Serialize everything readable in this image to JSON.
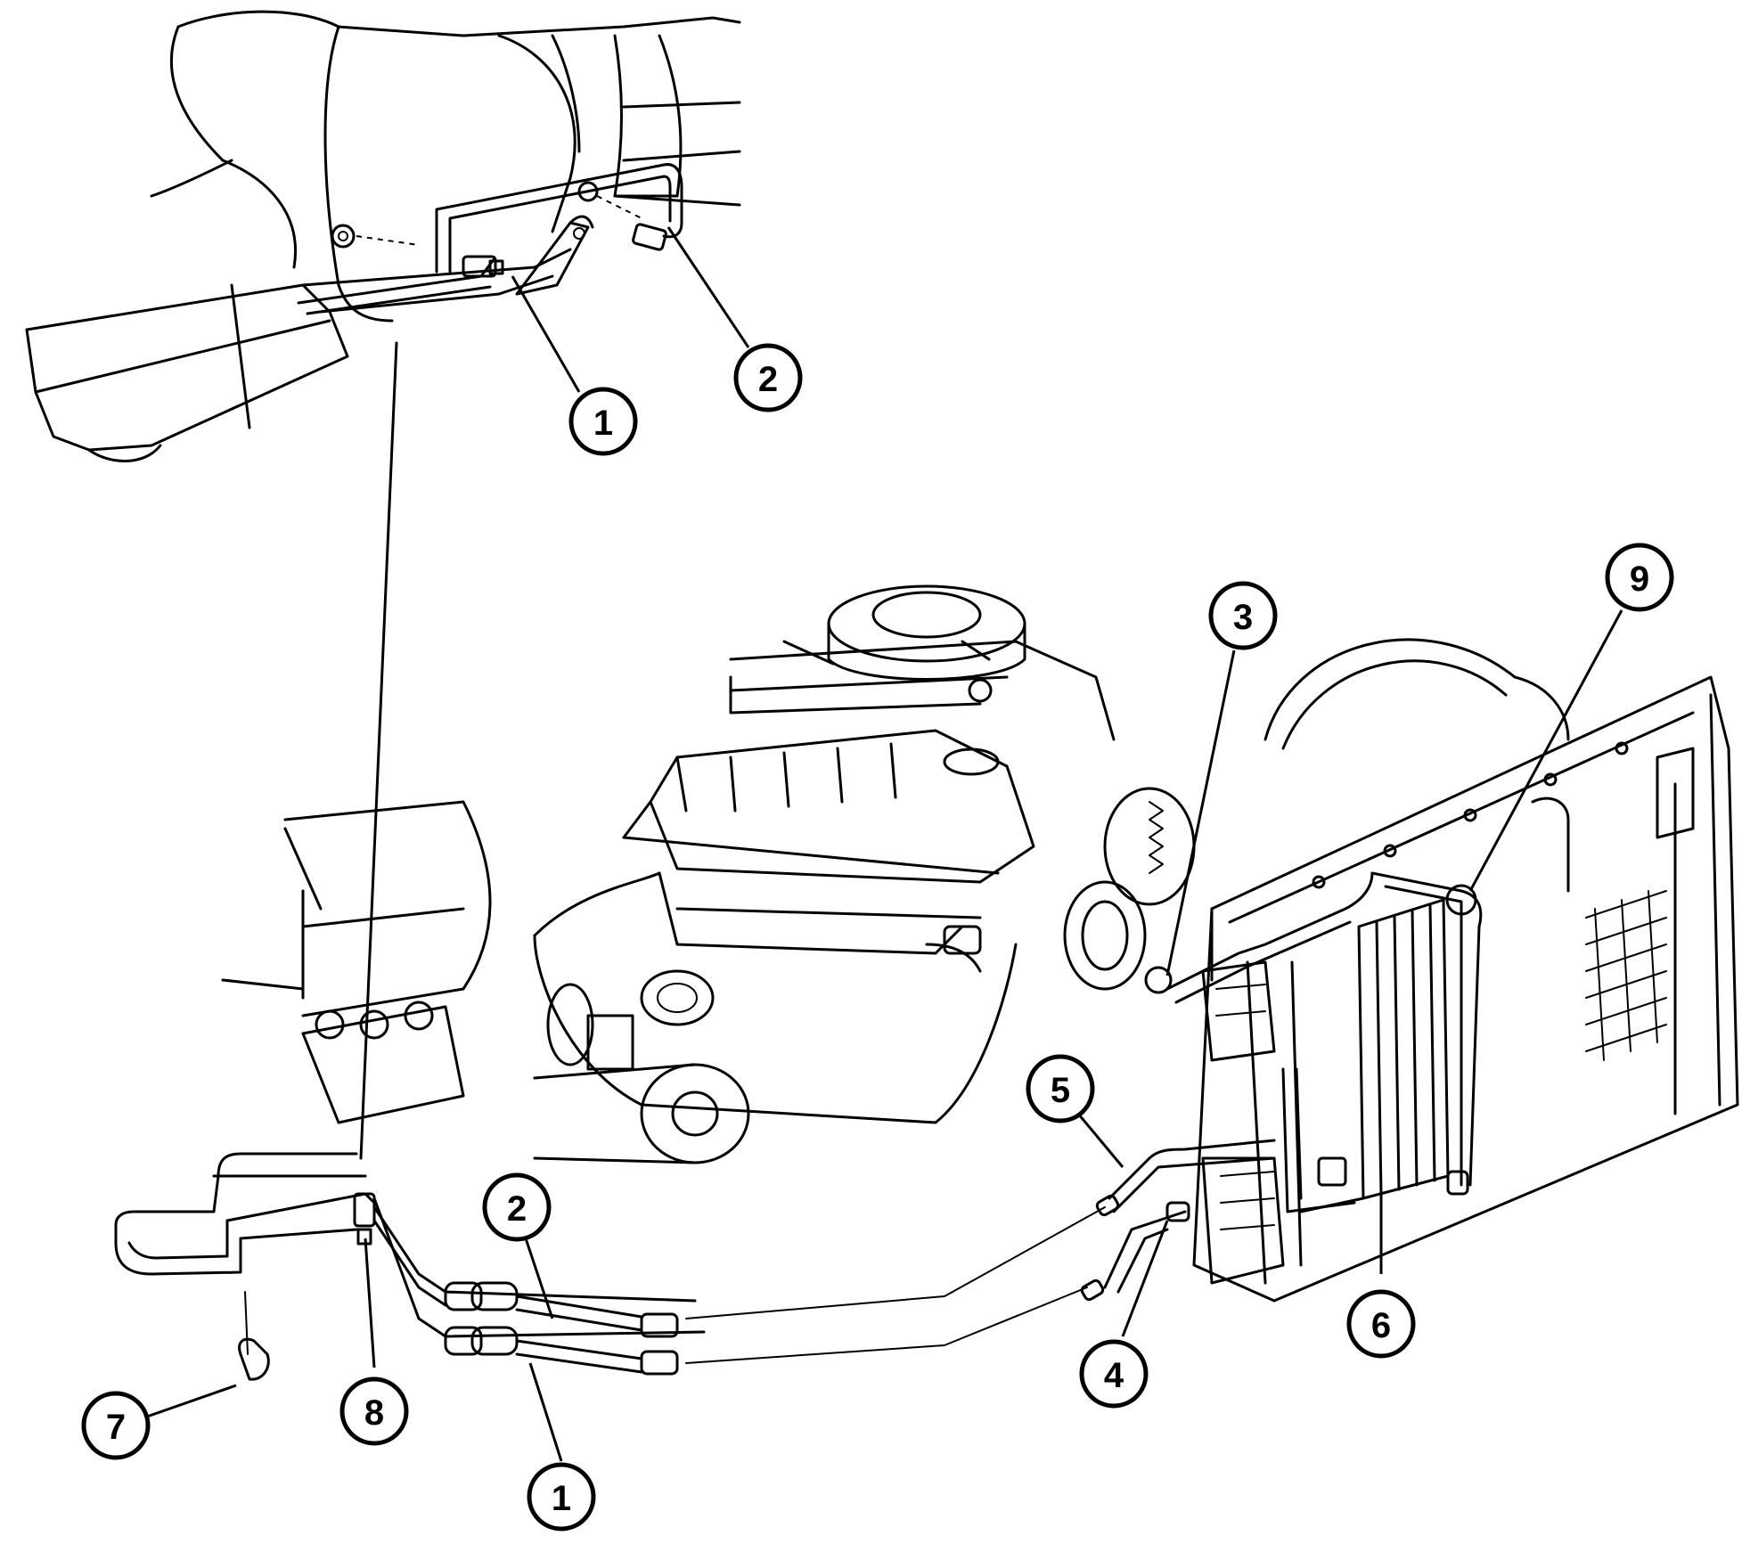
{
  "callouts": [
    {
      "id": "c1-top",
      "label": "1"
    },
    {
      "id": "c2-top",
      "label": "2"
    },
    {
      "id": "c3",
      "label": "3"
    },
    {
      "id": "c9",
      "label": "9"
    },
    {
      "id": "c5",
      "label": "5"
    },
    {
      "id": "c2-bottom",
      "label": "2"
    },
    {
      "id": "c4",
      "label": "4"
    },
    {
      "id": "c6",
      "label": "6"
    },
    {
      "id": "c7",
      "label": "7"
    },
    {
      "id": "c8",
      "label": "8"
    },
    {
      "id": "c1-bottom",
      "label": "1"
    }
  ]
}
